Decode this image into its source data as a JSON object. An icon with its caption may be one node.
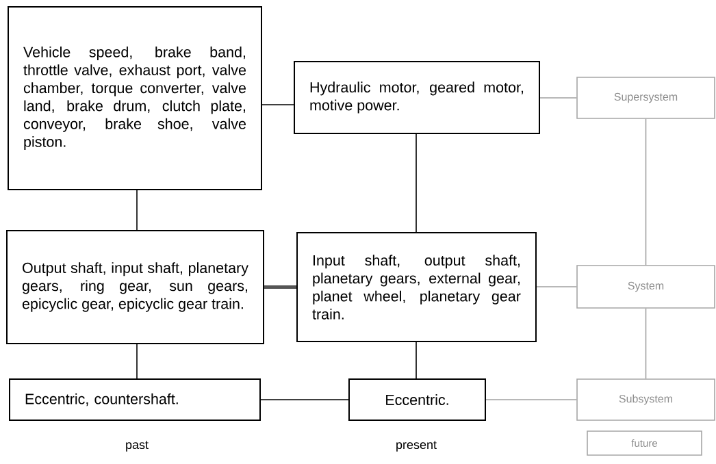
{
  "diagram": {
    "nodes": [
      {
        "text": [
          "Vehicle speed, brake band, throttle valve, exhaust port, valve chamber, torque converter, valve land, brake drum, clutch plate, conveyor, brake shoe, valve piston."
        ]
      },
      {
        "text": [
          "Hydraulic motor, geared motor, motive power."
        ]
      },
      {
        "text": [
          "Supersystem"
        ]
      },
      {
        "text": [
          "Output shaft, input shaft, planetary gears, ring gear, sun gears, epicyclic gear, epicyclic gear train."
        ]
      },
      {
        "text": [
          "Input shaft, output shaft, planetary gears, external gear, planet wheel, planetary gear train."
        ]
      },
      {
        "text": [
          "System"
        ]
      },
      {
        "text": [
          "Eccentric, countershaft."
        ]
      },
      {
        "text": [
          "Eccentric."
        ]
      },
      {
        "text": [
          "Subsystem"
        ]
      },
      {
        "text": [
          "future"
        ]
      }
    ],
    "edges": [
      {
        "from": 0,
        "to": 1,
        "arrow": "none"
      },
      {
        "from": 1,
        "to": 2,
        "arrow": "none",
        "color": "#a0a0a0"
      },
      {
        "from": 0,
        "to": 3,
        "arrow": "none"
      },
      {
        "from": 1,
        "to": 4,
        "arrow": "none"
      },
      {
        "from": 2,
        "to": 5,
        "arrow": "none",
        "color": "#a0a0a0"
      },
      {
        "from": 3,
        "to": 4,
        "arrow": "none",
        "style": "thick",
        "color": "#555555"
      },
      {
        "from": 4,
        "to": 5,
        "arrow": "none",
        "color": "#a0a0a0"
      },
      {
        "from": 5,
        "to": 8,
        "arrow": "none",
        "color": "#a0a0a0"
      },
      {
        "from": 3,
        "to": 6,
        "arrow": "none"
      },
      {
        "from": 4,
        "to": 7,
        "arrow": "none"
      },
      {
        "from": 6,
        "to": 7,
        "arrow": "none"
      },
      {
        "from": 7,
        "to": 8,
        "arrow": "none",
        "color": "#a0a0a0"
      }
    ],
    "labels": [
      "past",
      "present"
    ]
  }
}
